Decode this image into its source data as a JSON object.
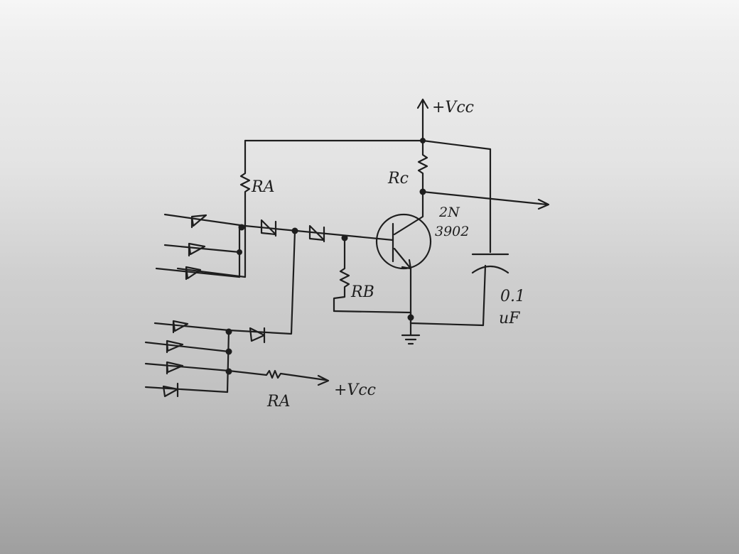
{
  "labels": {
    "vcc_top": "+Vcc",
    "vcc_bottom": "+Vcc",
    "rc": "Rc",
    "ra_top": "RA",
    "ra_bottom": "RA",
    "rb": "RB",
    "transistor_line1": "2N",
    "transistor_line2": "3902",
    "cap_line1": "0.1",
    "cap_line2": "uF"
  },
  "colors": {
    "ink": "#1e1e1e",
    "paper": "#e6e6e6"
  }
}
